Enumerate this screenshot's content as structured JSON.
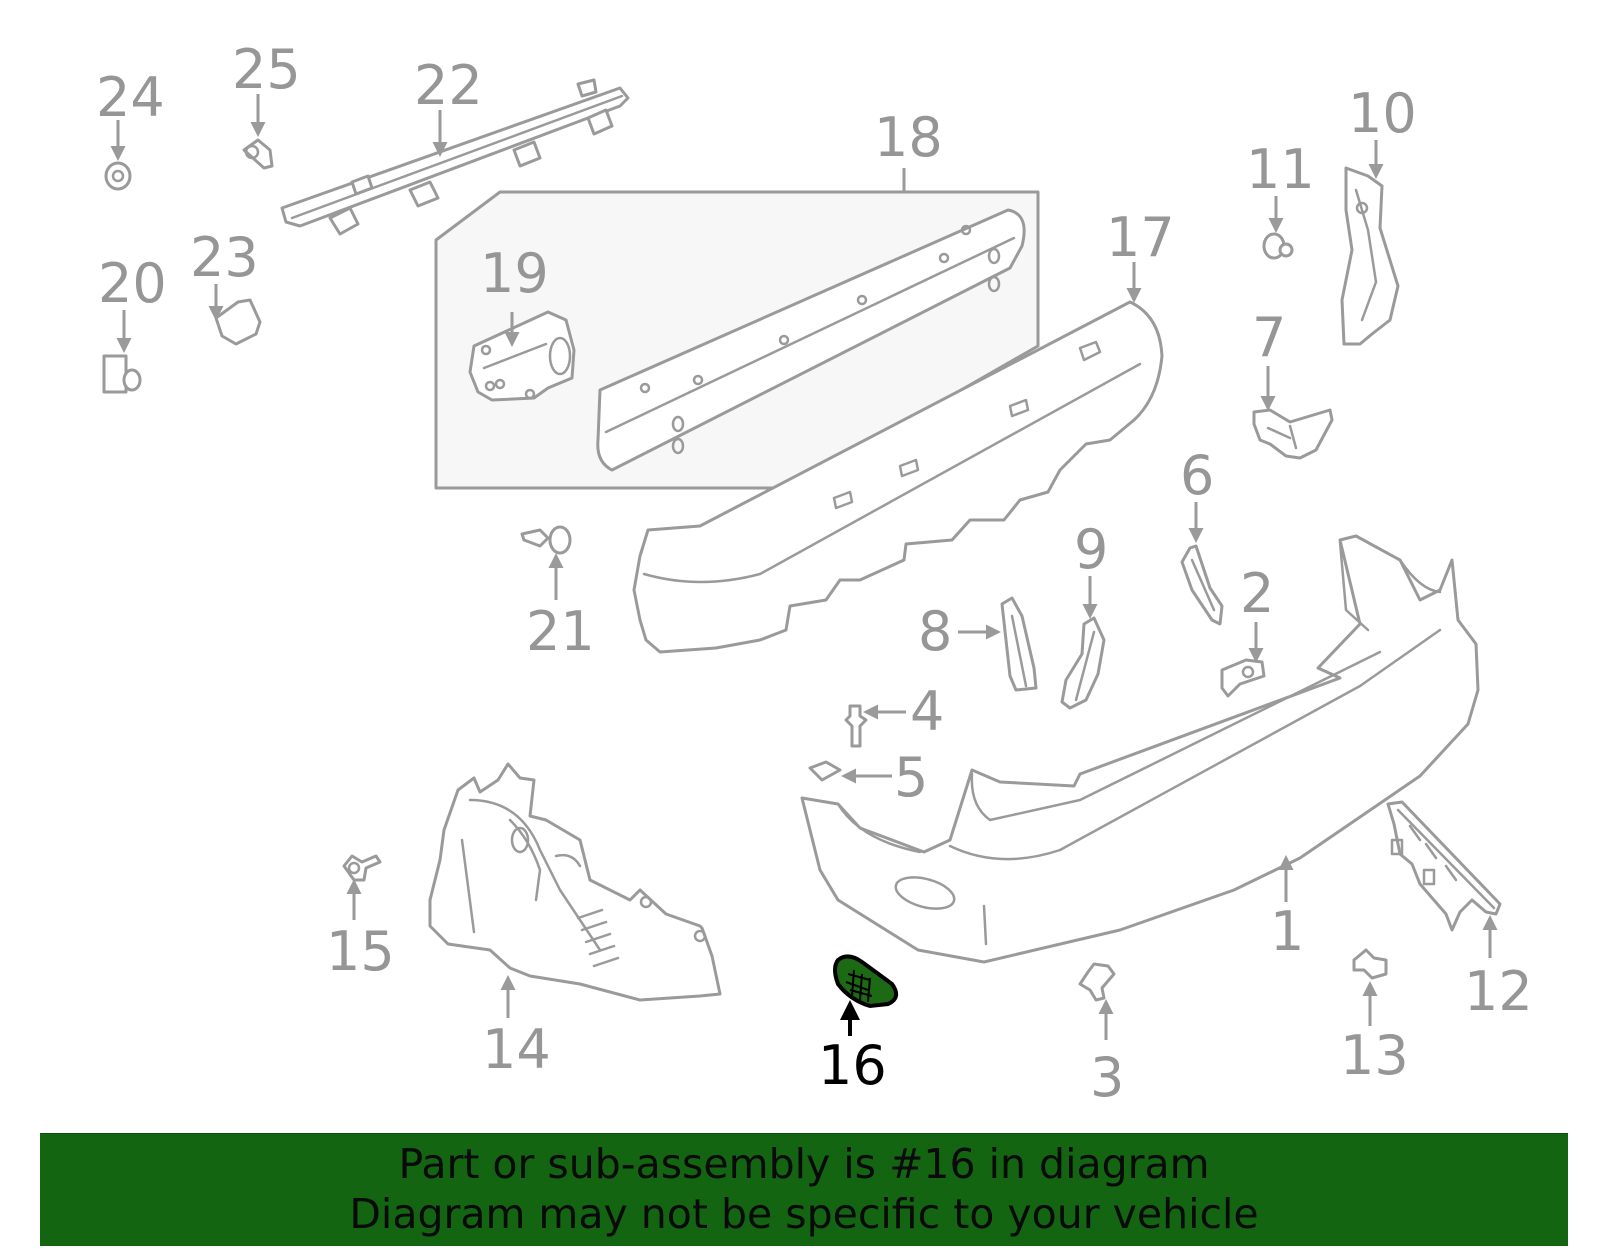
{
  "diagram": {
    "highlighted_part": "16",
    "colors": {
      "highlight": "#1d6a14",
      "banner": "#136512",
      "line": "#9a9a9a"
    },
    "callouts": {
      "c1": "1",
      "c2": "2",
      "c3": "3",
      "c4": "4",
      "c5": "5",
      "c6": "6",
      "c7": "7",
      "c8": "8",
      "c9": "9",
      "c10": "10",
      "c11": "11",
      "c12": "12",
      "c13": "13",
      "c14": "14",
      "c15": "15",
      "c16": "16",
      "c17": "17",
      "c18": "18",
      "c19": "19",
      "c20": "20",
      "c21": "21",
      "c22": "22",
      "c23": "23",
      "c24": "24",
      "c25": "25"
    }
  },
  "banner": {
    "line1": "Part or sub-assembly is #16 in diagram",
    "line2": "Diagram may not be specific to your vehicle"
  }
}
